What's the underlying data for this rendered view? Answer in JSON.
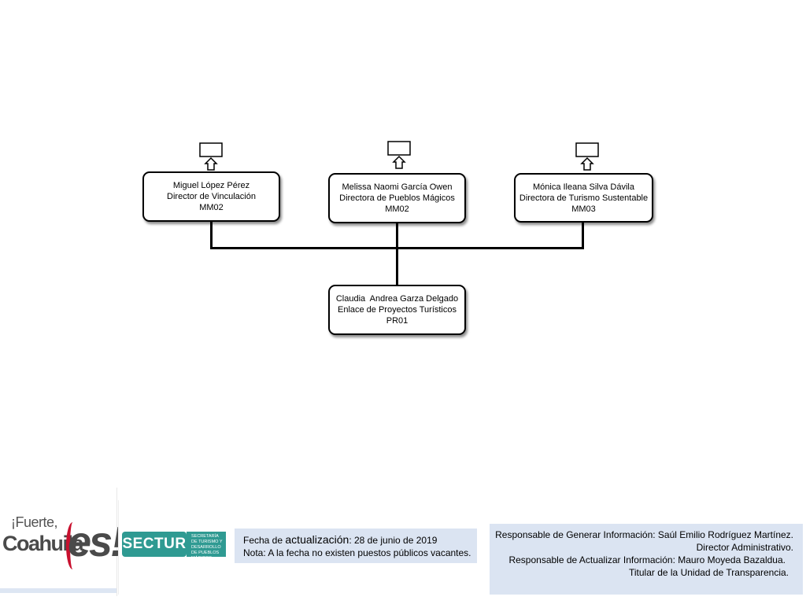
{
  "orgchart": {
    "top_nodes": [
      {
        "name": "Miguel López Pérez",
        "title": "Director de Vinculación",
        "code": "MM02"
      },
      {
        "name": "Melissa Naomi García Owen",
        "title": "Directora de Pueblos Mágicos",
        "code": "MM02"
      },
      {
        "name": "Mónica Ileana Silva Dávila",
        "title": "Directora de Turismo Sustentable",
        "code": "MM03"
      }
    ],
    "bottom_node": {
      "name": "Claudia  Andrea Garza Delgado",
      "title": "Enlace de Proyectos Turísticos",
      "code": "PR01"
    }
  },
  "footer": {
    "logo_coahuila": {
      "line1": "¡Fuerte,",
      "line2": "Coahuila",
      "es": "es!"
    },
    "logo_sectur": {
      "text": "SECTUR",
      "subtitle": "SECRETARÍA DE TURISMO Y DESARROLLO DE PUEBLOS MÁGICOS"
    },
    "update_label": "Fecha de",
    "update_label_big": "actualización",
    "update_date": ": 28 de junio de 2019",
    "note": "Nota: A la fecha no existen puestos públicos vacantes.",
    "responsible_generate": "Responsable de Generar Información: Saúl Emilio Rodríguez Martínez.",
    "responsible_generate_title": "Director Administrativo.",
    "responsible_update": "Responsable de Actualizar Información: Mauro Moyeda Bazaldua.",
    "responsible_update_title": "Titular de la Unidad de Transparencia."
  },
  "colors": {
    "footer_box": "#dbe4f2",
    "sectur_teal": "#2f9a92",
    "coahuila_red": "#c8102e",
    "coahuila_green": "#2e9b47"
  }
}
